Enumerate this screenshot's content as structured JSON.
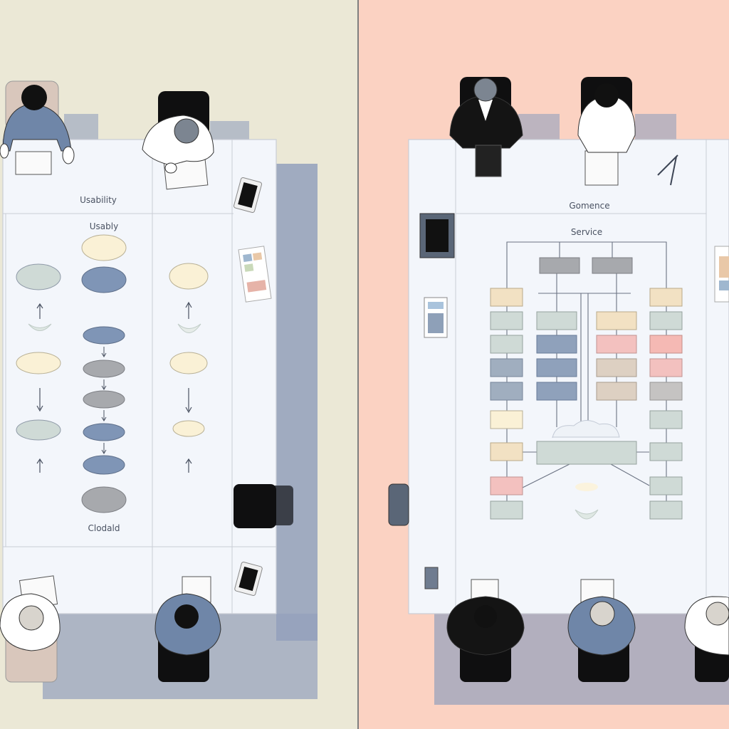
{
  "left_panel": {
    "header_label": "Usability",
    "column_label": "Usably",
    "footer_label": "Clodald"
  },
  "right_panel": {
    "header_label": "Gomence",
    "diagram_label": "Service"
  },
  "colors": {
    "left_background": "#ebe8d6",
    "right_background": "#fbd2c2",
    "table": "#f3f6fb",
    "shadow": "#93a0bc",
    "shirt_blue": "#6f86a8",
    "shirt_white": "#ffffff",
    "suit_black": "#141414",
    "node_cream": "#faf1d6",
    "node_slate": "#7f95b6",
    "node_sage": "#cfdad6",
    "node_gray": "#a7a9ad",
    "node_pink": "#f3c1bf",
    "node_sand": "#f2e1c3"
  }
}
